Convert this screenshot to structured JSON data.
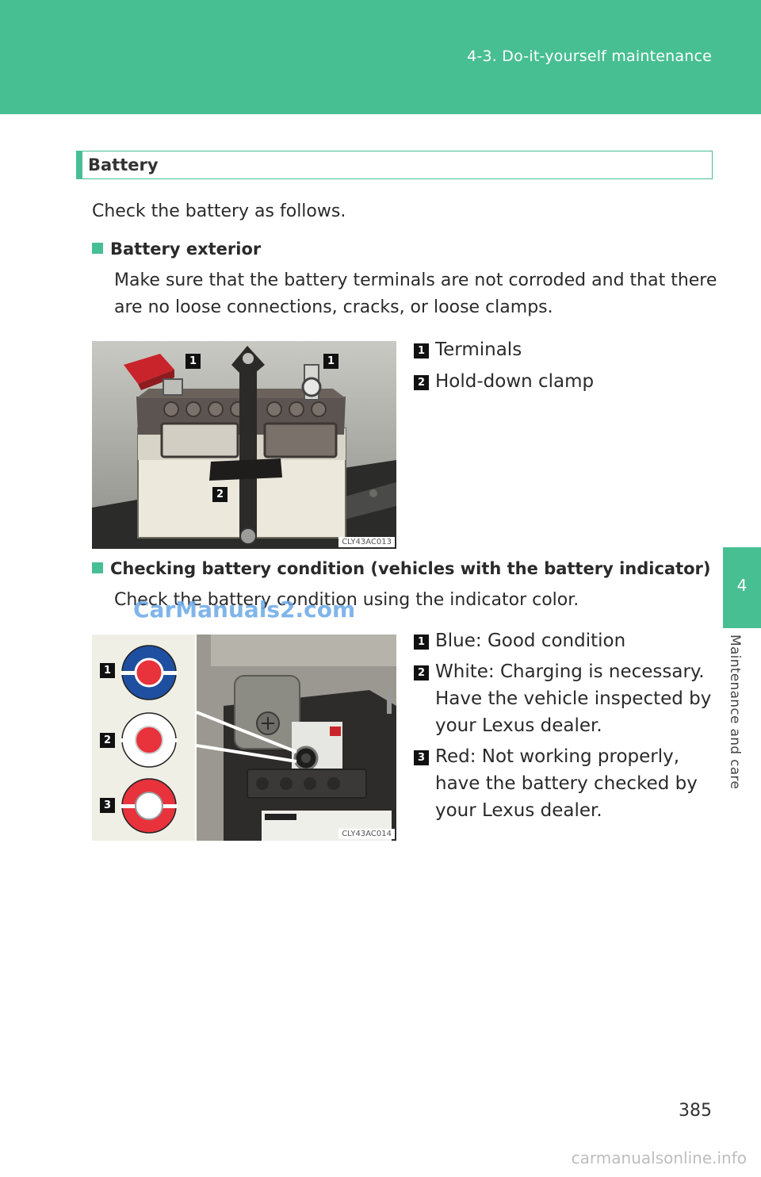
{
  "header": {
    "title": "4-3. Do-it-yourself maintenance"
  },
  "side_tab": {
    "number": "4",
    "label": "Maintenance and care"
  },
  "section": {
    "title": "Battery"
  },
  "intro": "Check the battery as follows.",
  "exterior": {
    "heading": "Battery exterior",
    "body_line1": "Make sure that the battery terminals are not corroded and that there",
    "body_line2": "are no loose connections, cracks, or loose clamps.",
    "figure_code": "CLY43AC013",
    "callouts": [
      "1",
      "1",
      "2"
    ],
    "legend": [
      {
        "num": "1",
        "text": "Terminals"
      },
      {
        "num": "2",
        "text": "Hold-down clamp"
      }
    ]
  },
  "condition": {
    "heading": "Checking battery condition (vehicles with the battery indicator)",
    "body": "Check the battery condition using the indicator color.",
    "figure_code": "CLY43AC014",
    "callouts": [
      "1",
      "2",
      "3"
    ],
    "legend": [
      {
        "num": "1",
        "lines": [
          "Blue: Good condition"
        ]
      },
      {
        "num": "2",
        "lines": [
          "White: Charging is necessary.",
          "Have the vehicle inspected by",
          "your Lexus dealer."
        ]
      },
      {
        "num": "3",
        "lines": [
          "Red: Not working properly,",
          "have the battery checked by",
          "your Lexus dealer."
        ]
      }
    ]
  },
  "colors": {
    "accent": "#48bf93",
    "indicator_blue": "#1f4fa0",
    "indicator_red": "#e8323c"
  },
  "watermark": "CarManuals2.com",
  "page_number": "385",
  "footer_url": "carmanualsonline.info"
}
